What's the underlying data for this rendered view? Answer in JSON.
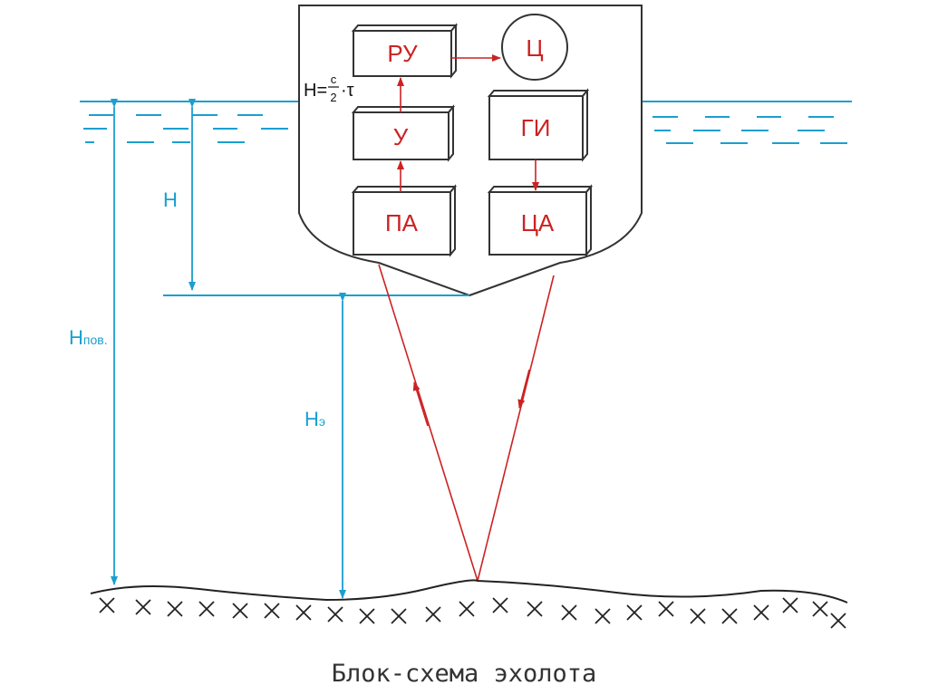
{
  "blocks": {
    "ru": "РУ",
    "c": "Ц",
    "u": "У",
    "gi": "ГИ",
    "pa": "ПА",
    "ca": "ЦА"
  },
  "formula": {
    "lhs": "H=",
    "num": "c",
    "den": "2",
    "rhs": "·τ"
  },
  "labels": {
    "h": "H",
    "h_pov_main": "H",
    "h_pov_sub": "пов.",
    "h_e_main": "H",
    "h_e_sub": "э"
  },
  "caption": "Блок-схема эхолота",
  "colors": {
    "water": "#1a9fd0",
    "signal": "#cc2222",
    "outline": "#333333"
  }
}
